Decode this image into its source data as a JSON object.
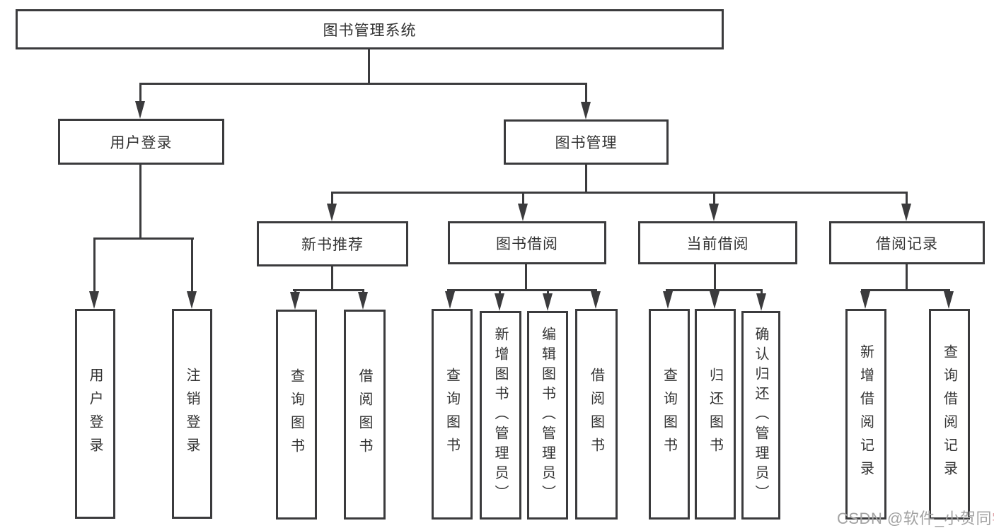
{
  "tree": {
    "root": {
      "label": "图书管理系统",
      "children": [
        {
          "label": "用户登录",
          "children": [
            {
              "label": "用户登录"
            },
            {
              "label": "注销登录"
            }
          ]
        },
        {
          "label": "图书管理",
          "children": [
            {
              "label": "新书推荐",
              "children": [
                {
                  "label": "查询图书"
                },
                {
                  "label": "借阅图书"
                }
              ]
            },
            {
              "label": "图书借阅",
              "children": [
                {
                  "label": "查询图书"
                },
                {
                  "label": "新增图书（管理员）"
                },
                {
                  "label": "编辑图书（管理员）"
                },
                {
                  "label": "借阅图书"
                }
              ]
            },
            {
              "label": "当前借阅",
              "children": [
                {
                  "label": "查询图书"
                },
                {
                  "label": "归还图书"
                },
                {
                  "label": "确认归还（管理员）"
                }
              ]
            },
            {
              "label": "借阅记录",
              "children": [
                {
                  "label": "新增借阅记录"
                },
                {
                  "label": "查询借阅记录"
                }
              ]
            }
          ]
        }
      ]
    }
  },
  "watermark": {
    "text": "CSDN @软件_小贺同",
    "accent_char": "学"
  }
}
